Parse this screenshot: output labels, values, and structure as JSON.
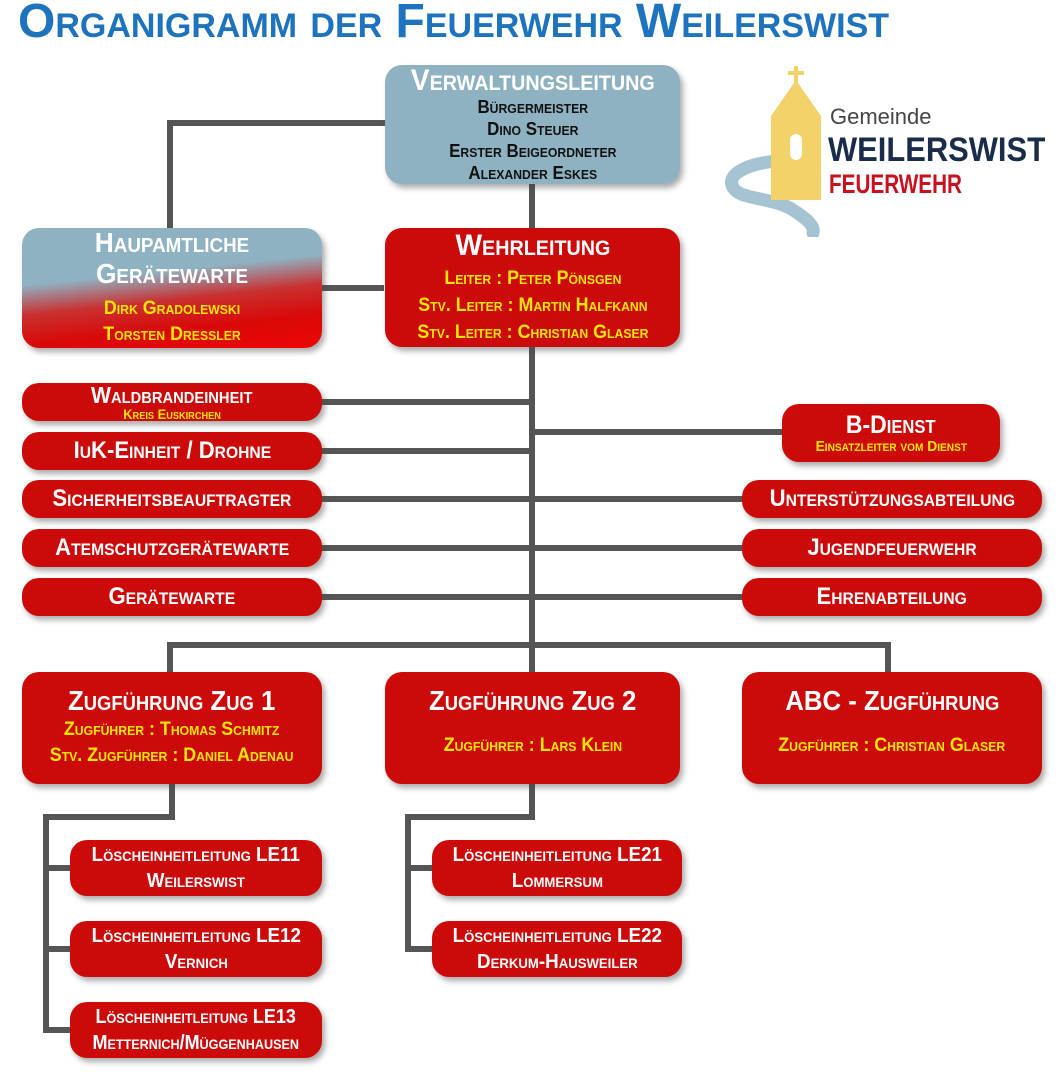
{
  "page": {
    "title": "Organigramm der Feuerwehr Weilerswist"
  },
  "logo": {
    "line1": "Gemeinde",
    "line2": "WEILERSWIST",
    "line3": "FEUERWEHR"
  },
  "colors": {
    "accent_blue": "#1e73be",
    "box_red": "#cc0a0a",
    "box_bluegray": "#8fb2c3",
    "text_yellow": "#ffe600",
    "connector_gray": "#555555",
    "logo_navy": "#1b2c4a",
    "logo_red": "#c8101e",
    "logo_tower_yellow": "#f2d269",
    "logo_river_blue": "#a5c3d3"
  },
  "nodes": {
    "verwaltungsleitung": {
      "title": "Verwaltungsleitung",
      "members": [
        "Bürgermeister",
        "Dino Steuer",
        "Erster Beigeordneter",
        "Alexander Eskes"
      ]
    },
    "hauptamtliche_geraetewarte": {
      "title": "Haupamtliche Gerätewarte",
      "members": [
        "Dirk Gradolewski",
        "Torsten Dressler"
      ]
    },
    "wehrleitung": {
      "title": "Wehrleitung",
      "members": [
        "Leiter : Peter Pönsgen",
        "Stv. Leiter : Martin Halfkann",
        "Stv. Leiter : Christian Glaser"
      ]
    },
    "waldbrandeinheit": {
      "title": "Waldbrandeinheit",
      "subtitle": "Kreis Euskirchen"
    },
    "iuk_einheit": {
      "title": "IuK-Einheit / Drohne"
    },
    "sicherheitsbeauftragter": {
      "title": "Sicherheitsbeauftragter"
    },
    "atemschutzgeraetewarte": {
      "title": "Atemschutzgerätewarte"
    },
    "geraetewarte": {
      "title": "Gerätewarte"
    },
    "b_dienst": {
      "title": "B-Dienst",
      "subtitle": "Einsatzleiter vom Dienst"
    },
    "unterstuetzungsabteilung": {
      "title": "Unterstützungsabteilung"
    },
    "jugendfeuerwehr": {
      "title": "Jugendfeuerwehr"
    },
    "ehrenabteilung": {
      "title": "Ehrenabteilung"
    },
    "zug1": {
      "title": "Zugführung Zug 1",
      "members": [
        "Zugführer : Thomas Schmitz",
        "Stv. Zugführer : Daniel Adenau"
      ]
    },
    "zug2": {
      "title": "Zugführung Zug 2",
      "members": [
        "Zugführer : Lars Klein"
      ]
    },
    "abc_zugfuehrung": {
      "title": "ABC - Zugführung",
      "members": [
        "Zugführer : Christian Glaser"
      ]
    },
    "le11": {
      "line1": "Löscheinheitleitung LE11",
      "line2": "Weilerswist"
    },
    "le12": {
      "line1": "Löscheinheitleitung LE12",
      "line2": "Vernich"
    },
    "le13": {
      "line1": "Löscheinheitleitung LE13",
      "line2": "Metternich/Müggenhausen"
    },
    "le21": {
      "line1": "Löscheinheitleitung LE21",
      "line2": "Lommersum"
    },
    "le22": {
      "line1": "Löscheinheitleitung LE22",
      "line2": "Derkum-Hausweiler"
    }
  }
}
